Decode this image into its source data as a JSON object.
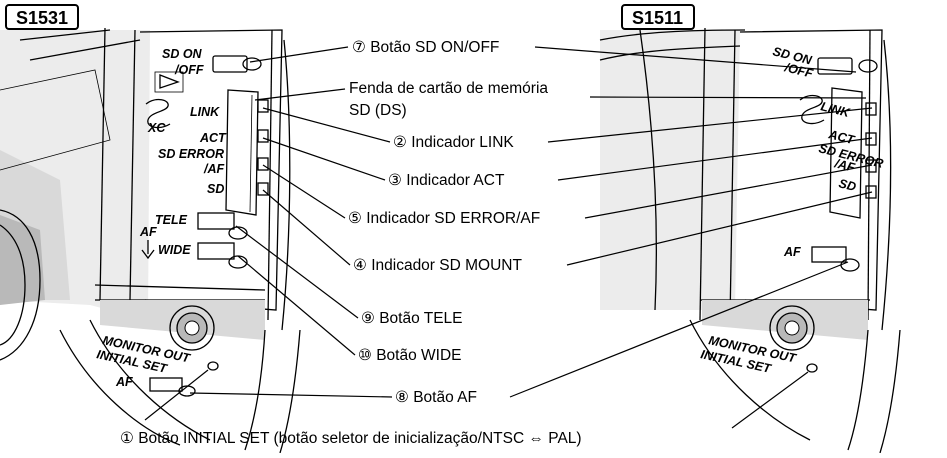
{
  "models": {
    "left": "S1531",
    "right": "S1511"
  },
  "panel_labels": {
    "sd_on_1": "SD ON",
    "sd_on_2": "/OFF",
    "link": "LINK",
    "act": "ACT",
    "sd_error_1": "SD ERROR",
    "sd_error_2": "/AF",
    "sd": "SD",
    "tele": "TELE",
    "af": "AF",
    "wide": "WIDE",
    "monitor_out": "MONITOR OUT",
    "initial_set": "INITIAL SET",
    "xc": "XC"
  },
  "callouts": {
    "btn_sd_onoff": "⑦ Botão SD ON/OFF",
    "slot_line1": "Fenda de cartão de memória",
    "slot_line2": "SD (DS)",
    "ind_link": "② Indicador LINK",
    "ind_act": "③ Indicador ACT",
    "ind_sd_error": "⑤ Indicador SD ERROR/AF",
    "ind_sd_mount": "④ Indicador SD MOUNT",
    "btn_tele": "⑨ Botão TELE",
    "btn_wide": "⑩ Botão WIDE",
    "btn_af": "⑧ Botão AF",
    "btn_initial_set": "① Botão INITIAL SET (botão seletor de inicialização/NTSC ⇔ PAL)"
  }
}
